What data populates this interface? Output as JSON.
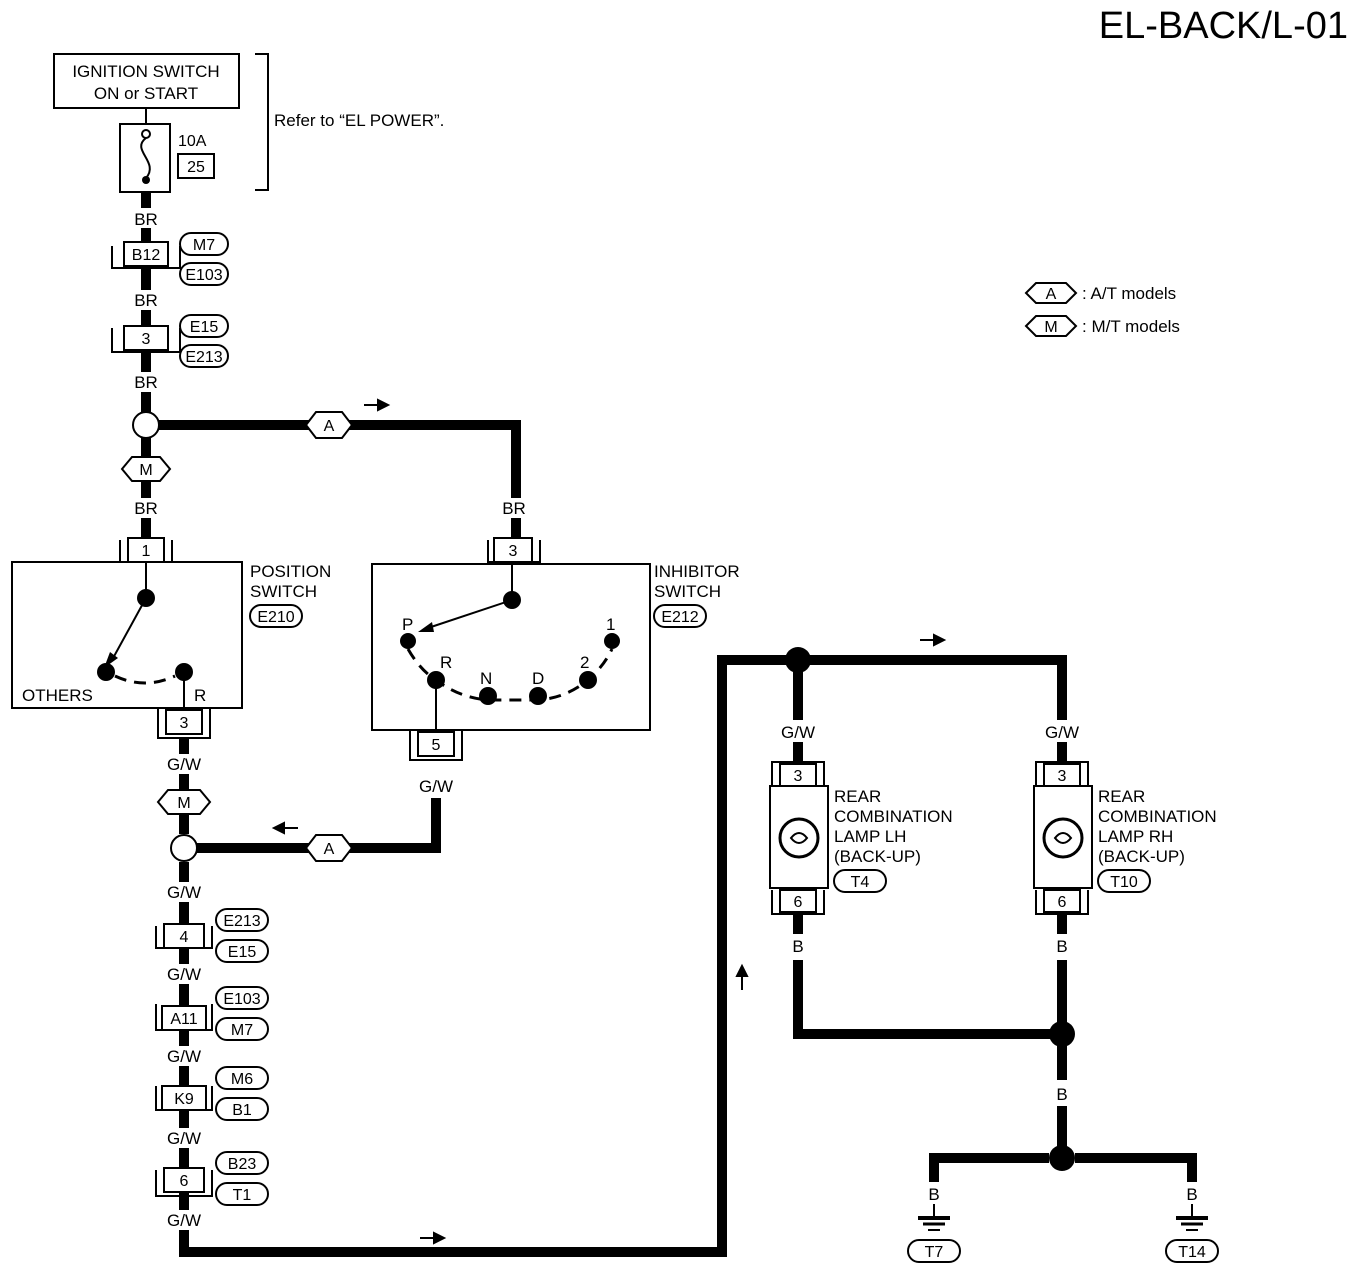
{
  "title": "EL-BACK/L-01",
  "legend": [
    {
      "code": "A",
      "text": ": A/T models"
    },
    {
      "code": "M",
      "text": ": M/T models"
    }
  ],
  "power": {
    "ignition_line1": "IGNITION SWITCH",
    "ignition_line2": "ON or START",
    "fuse_amps": "10A",
    "fuse_number": "25",
    "refer": "Refer to “EL POWER”."
  },
  "wire_colors": {
    "br": "BR",
    "gw": "G/W",
    "b": "B"
  },
  "connectors": {
    "c1": {
      "pin": "B12",
      "refs": [
        "M7",
        "E103"
      ]
    },
    "c2": {
      "pin": "3",
      "refs": [
        "E15",
        "E213"
      ]
    },
    "c3": {
      "pin": "4",
      "refs": [
        "E213",
        "E15"
      ]
    },
    "c4": {
      "pin": "A11",
      "refs": [
        "E103",
        "M7"
      ]
    },
    "c5": {
      "pin": "K9",
      "refs": [
        "M6",
        "B1"
      ]
    },
    "c6": {
      "pin": "6",
      "refs": [
        "B23",
        "T1"
      ]
    }
  },
  "position_switch": {
    "name1": "POSITION",
    "name2": "SWITCH",
    "ref": "E210",
    "pin_in": "1",
    "pin_out": "3",
    "others": "OTHERS",
    "r": "R"
  },
  "inhibitor_switch": {
    "name1": "INHIBITOR",
    "name2": "SWITCH",
    "ref": "E212",
    "pin_in": "3",
    "pin_out": "5",
    "positions": [
      "P",
      "R",
      "N",
      "D",
      "2",
      "1"
    ]
  },
  "lamp_lh": {
    "line1": "REAR",
    "line2": "COMBINATION",
    "line3": "LAMP LH",
    "line4": "(BACK-UP)",
    "ref": "T4",
    "pin_top": "3",
    "pin_bottom": "6"
  },
  "lamp_rh": {
    "line1": "REAR",
    "line2": "COMBINATION",
    "line3": "LAMP RH",
    "line4": "(BACK-UP)",
    "ref": "T10",
    "pin_top": "3",
    "pin_bottom": "6"
  },
  "grounds": {
    "left": "T7",
    "right": "T14"
  }
}
